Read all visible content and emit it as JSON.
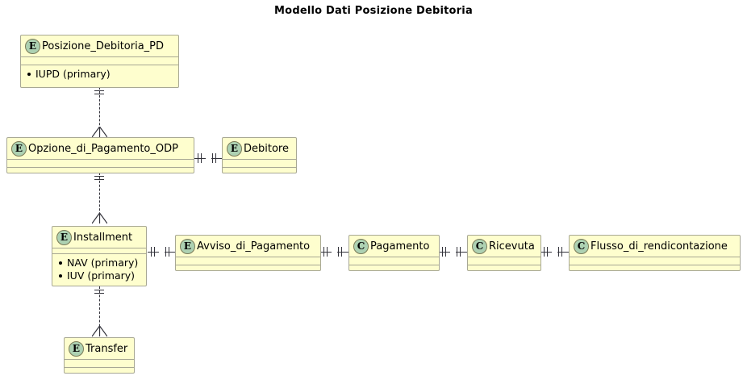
{
  "diagram": {
    "title": "Modello Dati Posizione Debitoria",
    "background_color": "#ffffff",
    "entity_fill": "#FEFECE",
    "entity_border": "#A8A894",
    "stereotype_fill": "#ADD1B2",
    "line_color": "#33333B"
  },
  "entities": [
    {
      "id": "posizione_debitoria_pd",
      "stereotype": "E",
      "name": "Posizione_Debitoria_PD",
      "attributes": [
        "IUPD (primary)"
      ]
    },
    {
      "id": "opzione_di_pagamento_odp",
      "stereotype": "E",
      "name": "Opzione_di_Pagamento_ODP",
      "attributes": []
    },
    {
      "id": "debitore",
      "stereotype": "E",
      "name": "Debitore",
      "attributes": []
    },
    {
      "id": "installment",
      "stereotype": "E",
      "name": "Installment",
      "attributes": [
        "NAV (primary)",
        "IUV (primary)"
      ]
    },
    {
      "id": "avviso_di_pagamento",
      "stereotype": "E",
      "name": "Avviso_di_Pagamento",
      "attributes": []
    },
    {
      "id": "pagamento",
      "stereotype": "C",
      "name": "Pagamento",
      "attributes": []
    },
    {
      "id": "ricevuta",
      "stereotype": "C",
      "name": "Ricevuta",
      "attributes": []
    },
    {
      "id": "flusso_di_rendicontazione",
      "stereotype": "C",
      "name": "Flusso_di_rendicontazione",
      "attributes": []
    },
    {
      "id": "transfer",
      "stereotype": "E",
      "name": "Transfer",
      "attributes": []
    }
  ],
  "relationships": [
    {
      "from": "posizione_debitoria_pd",
      "to": "opzione_di_pagamento_odp",
      "from_cardinality": "one",
      "to_cardinality": "many",
      "style": "dashed"
    },
    {
      "from": "opzione_di_pagamento_odp",
      "to": "installment",
      "from_cardinality": "one",
      "to_cardinality": "many",
      "style": "dashed"
    },
    {
      "from": "installment",
      "to": "transfer",
      "from_cardinality": "one",
      "to_cardinality": "many",
      "style": "dashed"
    },
    {
      "from": "opzione_di_pagamento_odp",
      "to": "debitore",
      "from_cardinality": "one",
      "to_cardinality": "one",
      "style": "solid"
    },
    {
      "from": "installment",
      "to": "avviso_di_pagamento",
      "from_cardinality": "one",
      "to_cardinality": "one",
      "style": "solid"
    },
    {
      "from": "avviso_di_pagamento",
      "to": "pagamento",
      "from_cardinality": "one",
      "to_cardinality": "one",
      "style": "solid"
    },
    {
      "from": "pagamento",
      "to": "ricevuta",
      "from_cardinality": "one",
      "to_cardinality": "one",
      "style": "solid"
    },
    {
      "from": "ricevuta",
      "to": "flusso_di_rendicontazione",
      "from_cardinality": "one",
      "to_cardinality": "one",
      "style": "solid"
    }
  ]
}
